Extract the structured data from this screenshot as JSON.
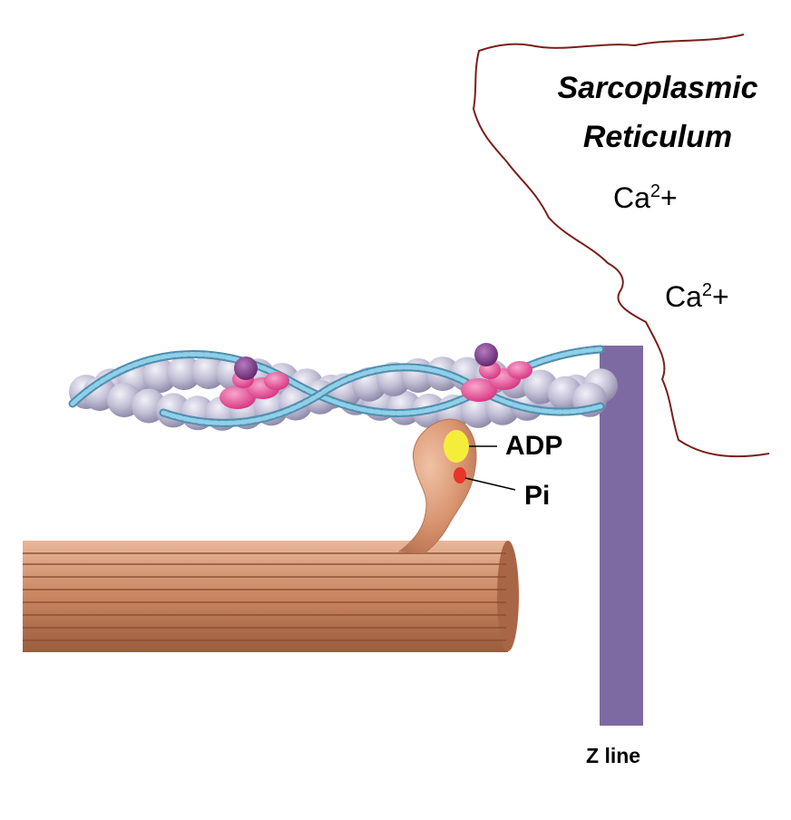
{
  "labels": {
    "sr_line1": "Sarcoplasmic",
    "sr_line2": "Reticulum",
    "ion_base": "Ca",
    "ion_exp": "2",
    "ion_charge": "+",
    "adp": "ADP",
    "pi": "Pi",
    "zline": "Z line"
  },
  "colors": {
    "sr_membrane": "#7a1f1a",
    "z_line": "#7d6aa3",
    "actin_bead": "#c2bfd6",
    "tropomyosin": "#7fc0db",
    "troponin": "#e64a9a",
    "troponin_cap": "#7a3385",
    "myosin": "#d99570",
    "adp": "#f4ee3a",
    "pi": "#e8342a"
  }
}
